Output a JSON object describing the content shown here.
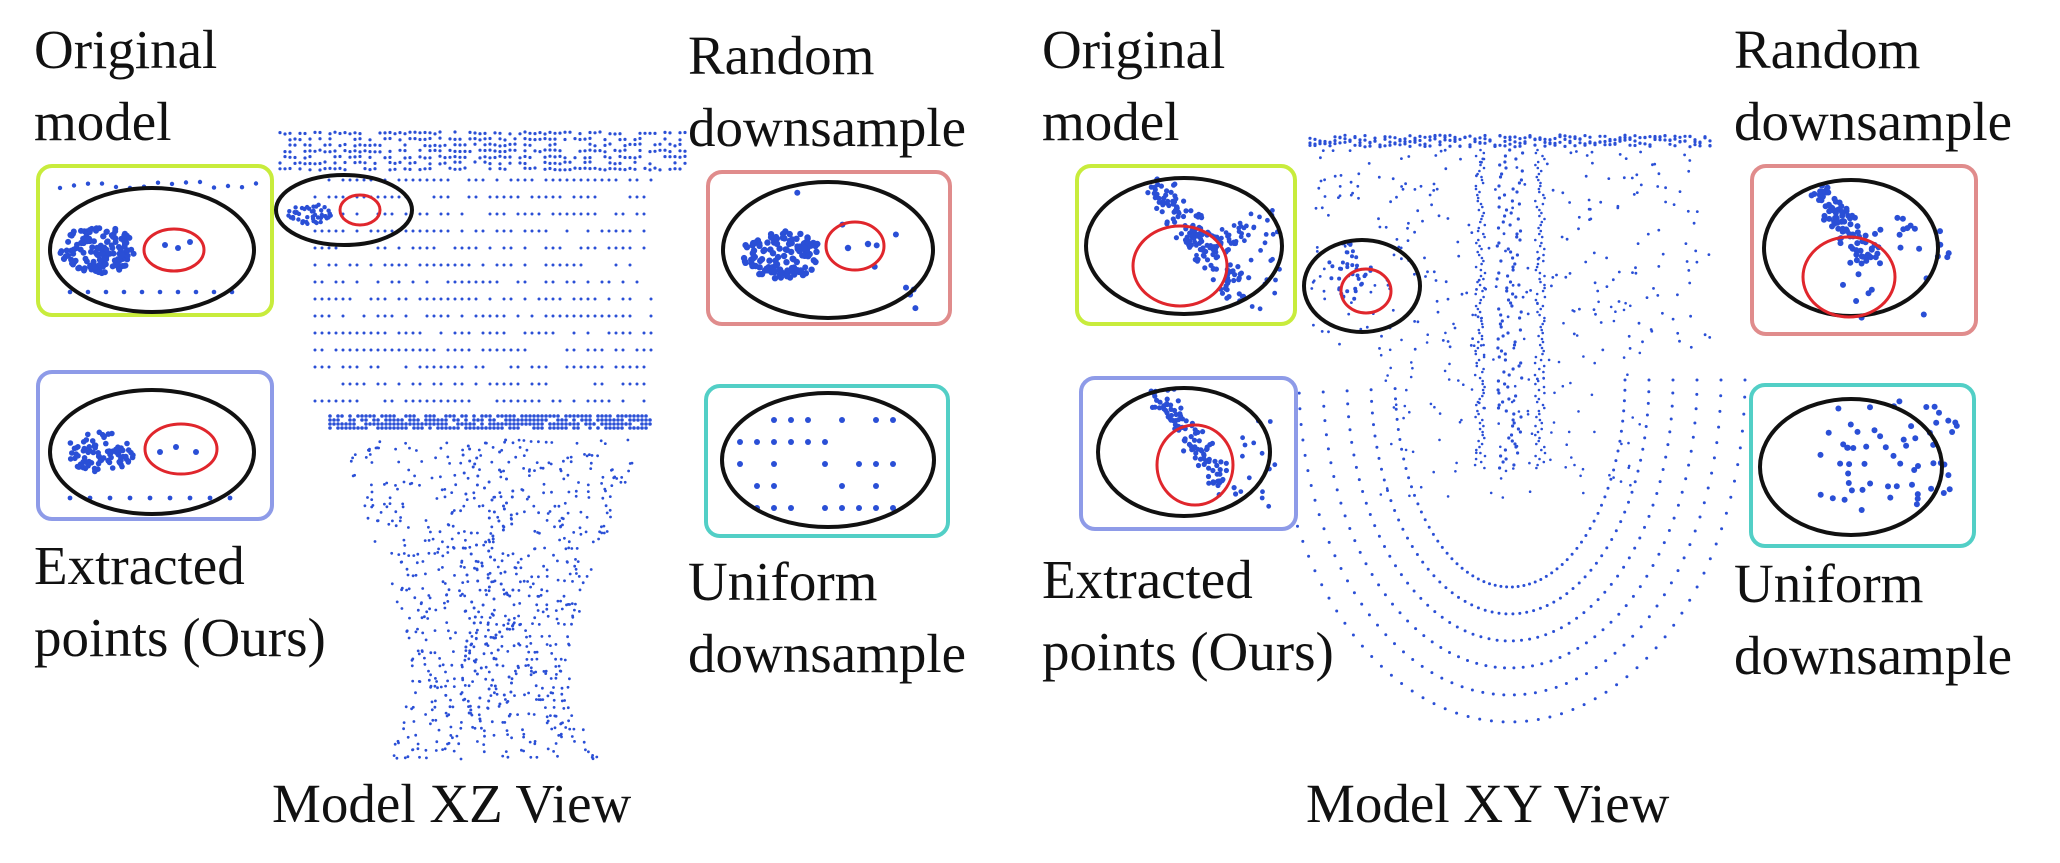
{
  "panels": [
    {
      "id": "xz",
      "view_caption": "Model XZ View",
      "insets": {
        "original": {
          "label_line1": "Original",
          "label_line2": "model",
          "frame_color": "#c8ec3c"
        },
        "extracted": {
          "label_line1": "Extracted",
          "label_line2": "points (Ours)",
          "frame_color": "#8e9be8"
        },
        "random": {
          "label_line1": "Random",
          "label_line2": "downsample",
          "frame_color": "#e08c8c"
        },
        "uniform": {
          "label_line1": "Uniform",
          "label_line2": "downsample",
          "frame_color": "#52cfc6"
        }
      }
    },
    {
      "id": "xy",
      "view_caption": "Model XY View",
      "insets": {
        "original": {
          "label_line1": "Original",
          "label_line2": "model",
          "frame_color": "#c8ec3c"
        },
        "extracted": {
          "label_line1": "Extracted",
          "label_line2": "points (Ours)",
          "frame_color": "#8e9be8"
        },
        "random": {
          "label_line1": "Random",
          "label_line2": "downsample",
          "frame_color": "#e08c8c"
        },
        "uniform": {
          "label_line1": "Uniform",
          "label_line2": "downsample",
          "frame_color": "#52cfc6"
        }
      }
    }
  ],
  "colors": {
    "points": "#2a4fd6",
    "ellipse_outer": "#111111",
    "ellipse_highlight": "#e0262c"
  }
}
